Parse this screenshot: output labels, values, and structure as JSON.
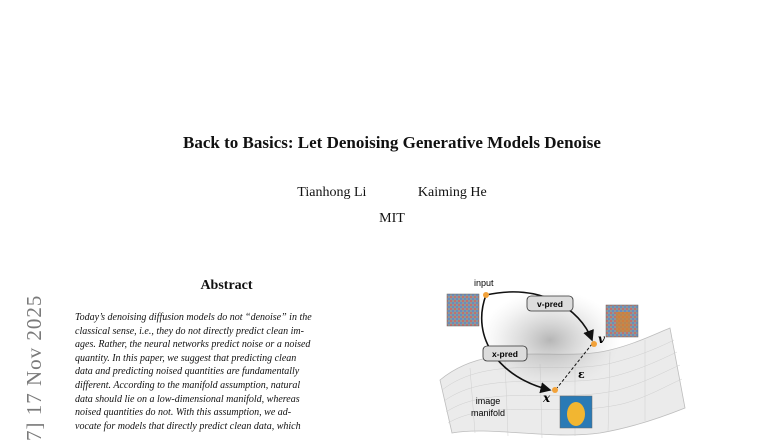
{
  "paper": {
    "title": "Back to Basics: Let Denoising Generative Models Denoise",
    "authors": [
      "Tianhong Li",
      "Kaiming He"
    ],
    "affiliation": "MIT",
    "arxiv_stamp": "7]   17 Nov 2025"
  },
  "abstract": {
    "heading": "Abstract",
    "lines": [
      "Today’s denoising diffusion models do not “denoise” in the",
      "classical sense, i.e., they do not directly predict clean im-",
      "ages. Rather, the neural networks predict noise or a noised",
      "quantity.  In this paper, we suggest that predicting clean",
      "data and predicting noised quantities are fundamentally",
      "different.  According to the manifold assumption, natural",
      "data should lie on a low-dimensional manifold, whereas",
      "noised quantities do not.  With this assumption, we ad-",
      "vocate for models that directly predict clean data, which"
    ]
  },
  "figure": {
    "input_label": "input",
    "v_pred_label": "v-pred",
    "x_pred_label": "x-pred",
    "v_symbol": "v",
    "x_symbol": "x",
    "eps_symbol": "ε",
    "manifold_label_1": "image",
    "manifold_label_2": "manifold",
    "colors": {
      "arrow": "#111111",
      "point": "#f2a23a",
      "manifold": "#e8e8e8"
    }
  }
}
